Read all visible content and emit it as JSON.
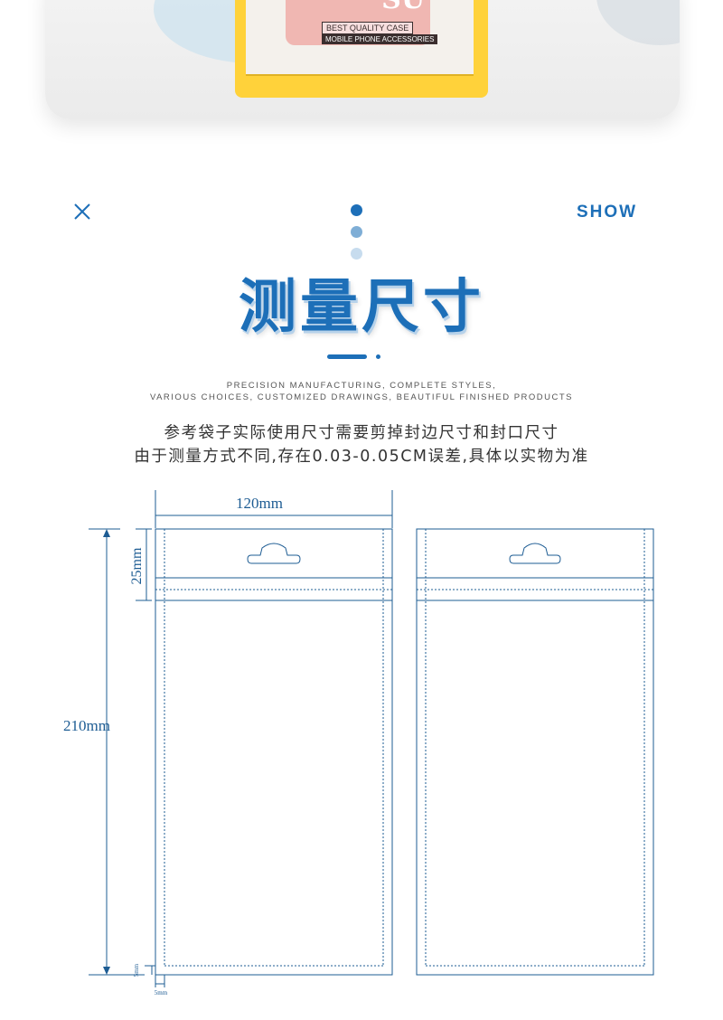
{
  "photo": {
    "case_mark": "SU",
    "tag_quality": "BEST QUALITY CASE",
    "tag_accessories": "MOBILE PHONE ACCESSORIES"
  },
  "header": {
    "show_label": "SHOW",
    "dot_colors": [
      "#1d6fb8",
      "#7faed6",
      "#c7dcee"
    ]
  },
  "title": "测量尺寸",
  "subtitle_lines": [
    "PRECISION MANUFACTURING, COMPLETE STYLES,",
    "VARIOUS CHOICES, CUSTOMIZED DRAWINGS, BEAUTIFUL FINISHED PRODUCTS"
  ],
  "description_lines": [
    "参考袋子实际使用尺寸需要剪掉封边尺寸和封口尺寸",
    "由于测量方式不同,存在0.03-0.05CM误差,具体以实物为准"
  ],
  "dimensions": {
    "width": "120mm",
    "height": "210mm",
    "header": "25mm",
    "seal_side": "5mm",
    "seal_bottom": "5mm"
  },
  "colors": {
    "accent": "#1d6fb8",
    "diagram_line": "#1d5c93"
  }
}
